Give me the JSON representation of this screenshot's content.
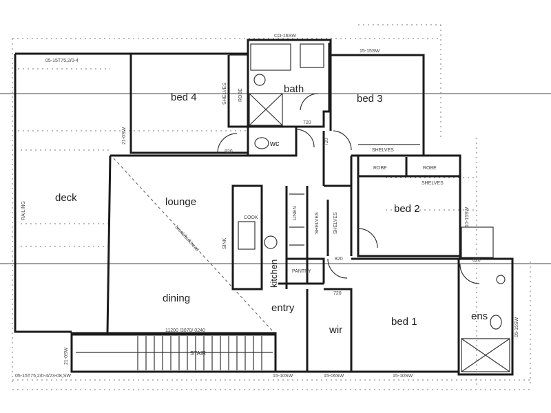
{
  "rooms": {
    "bed4": "bed 4",
    "bath": "bath",
    "bed3": "bed 3",
    "wc": "wc",
    "deck": "deck",
    "lounge": "lounge",
    "bed2": "bed 2",
    "dining": "dining",
    "kitchen": "kitchen",
    "entry": "entry",
    "wir": "wir",
    "bed1": "bed 1",
    "ens": "ens"
  },
  "labels": {
    "robe_bed4": "ROBE",
    "shelves_bed4": "SHELVES",
    "robe_bed2a": "ROBE",
    "robe_bed2b": "ROBE",
    "shelves_bed3": "SHELVES",
    "shelves_bed2": "SHELVES",
    "linen": "LINEN",
    "shelves_kitchen": "SHELVES",
    "shelves_entry": "SHELVES",
    "pantry": "PANTRY",
    "stair": "STAIR",
    "door_820_wc": "820",
    "door_720_wc": "720",
    "door_720_bath": "720",
    "door_820_bed2": "820",
    "door_720_entry": "720",
    "door_620_ens": "620",
    "dim_top": "CO-16SW",
    "dim_top_right": "15-15SW",
    "dim_left_top": "05-15T75,2/0-4",
    "railing": "RAILING",
    "bulkhead": "break/bulkhead",
    "dim_bottom_left": "05-15T75,2/0-4/23-08,SW",
    "dim_bottom_mid1": "15-10SW",
    "dim_bottom_mid2": "15-06SW",
    "dim_bottom_right": "15-10SW",
    "dim_stair": "11200 /3070/ 0240",
    "dim_bed3_right": "10-15SW",
    "dim_ens_right": "05-15SW",
    "dim_left_v": "21-0SW",
    "dim_left_v2": "21-0SW",
    "sink": "SINK",
    "cook": "COOK"
  }
}
